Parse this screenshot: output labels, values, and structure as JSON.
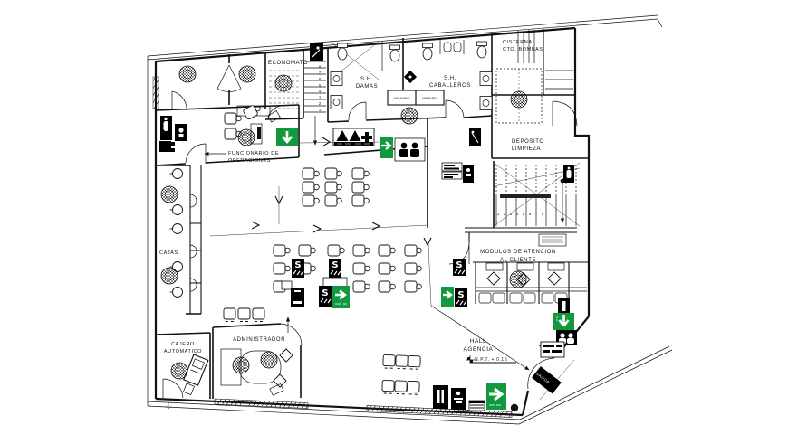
{
  "colors": {
    "background": "#ffffff",
    "line": "#111111",
    "exit_green": "#12993e",
    "sign_black": "#000000"
  },
  "rooms": {
    "economato": {
      "label": "ECONOMATO"
    },
    "sh_damas": {
      "line1": "S.H.",
      "line2": "DAMAS"
    },
    "sh_caballeros": {
      "line1": "S.H.",
      "line2": "CABALLEROS"
    },
    "cisterna": {
      "line1": "CISTERNA",
      "line2": "CTO.  BOMBAS"
    },
    "armario_left": {
      "label": "ARMARIO"
    },
    "armario_right": {
      "label": "ARMARIO"
    },
    "deposito": {
      "line1": "DEPOSITO",
      "line2": "LIMPIEZA"
    },
    "funcionario": {
      "line1": "FUNCIONARIO  DE",
      "line2": "OPERACIONES"
    },
    "cajas": {
      "label": "CAJAS"
    },
    "modulos": {
      "line1": "MODULOS  DE  ATENCION",
      "line2": "AL  CLIENTE"
    },
    "cajero": {
      "line1": "CAJERO",
      "line2": "AUTOMATICO"
    },
    "administrador": {
      "label": "ADMINISTRADOR"
    },
    "hall": {
      "line1": "HALL",
      "line2": "AGENCIA",
      "level": "N.P.T.  +  0.15"
    }
  },
  "stairs": {
    "top": {
      "steps": [
        "1",
        "2",
        "3",
        "4",
        "5",
        "6",
        "7",
        "8"
      ]
    },
    "right": {
      "steps": [
        "1",
        "2",
        "3",
        "4",
        "5",
        "6",
        "7",
        "8"
      ]
    }
  },
  "signs": {
    "exit_letter": "S",
    "salida": "SALIDA"
  }
}
